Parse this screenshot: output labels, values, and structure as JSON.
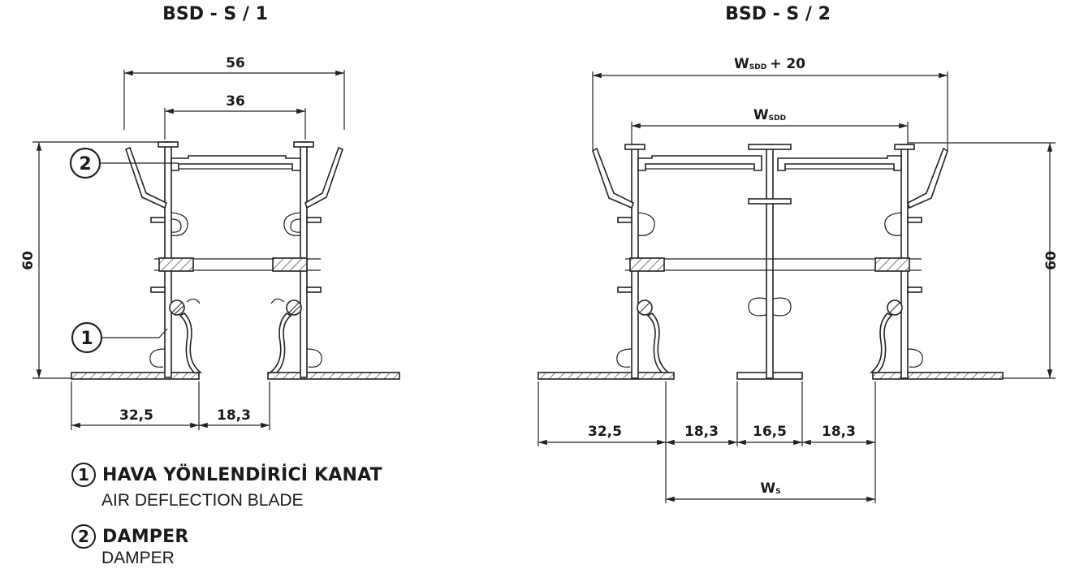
{
  "left": {
    "title": "BSD - S / 1",
    "dims": {
      "outer_width": "56",
      "inner_width": "36",
      "height": "60",
      "bottom_left": "32,5",
      "bottom_right": "18,3"
    },
    "markers": {
      "blade": "1",
      "damper": "2"
    }
  },
  "right": {
    "title": "BSD - S / 2",
    "dims": {
      "top_outer_main": "W",
      "top_outer_sub": "SDD",
      "top_outer_suffix": "+ 20",
      "top_inner_main": "W",
      "top_inner_sub": "SDD",
      "height": "60",
      "b1": "32,5",
      "b2": "18,3",
      "b3": "16,5",
      "b4": "18,3",
      "bottom_main": "W",
      "bottom_sub": "S"
    }
  },
  "legend": [
    {
      "num": "1",
      "title": "HAVA YÖNLENDİRİCİ KANAT",
      "subtitle": "AIR DEFLECTION BLADE"
    },
    {
      "num": "2",
      "title": "DAMPER",
      "subtitle": "DAMPER"
    }
  ]
}
